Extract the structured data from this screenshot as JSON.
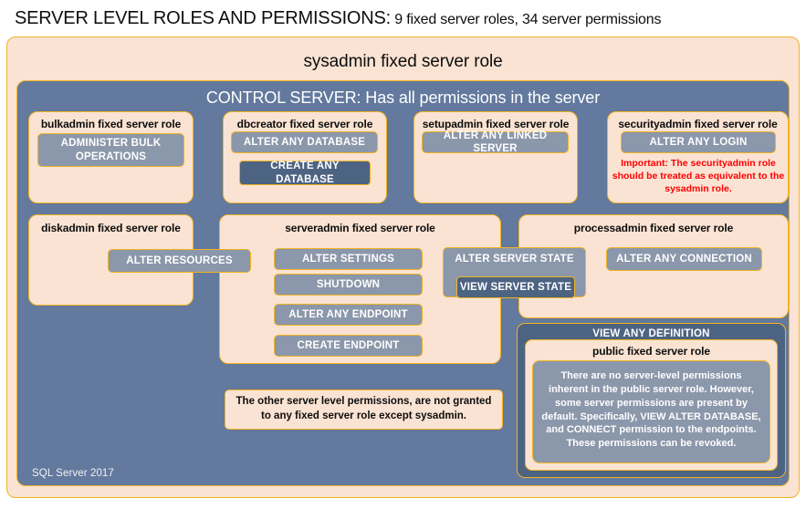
{
  "title": {
    "main": "SERVER LEVEL ROLES AND PERMISSIONS:",
    "sub": " 9 fixed server roles, 34 server permissions"
  },
  "colors": {
    "cream": "#fae3d3",
    "gold_border": "#f0b323",
    "panel_blue": "#63799d",
    "permission_gray": "#8b97aa",
    "permission_dark": "#4d6382",
    "alert_red": "#ff0000"
  },
  "sysadmin": {
    "label": "sysadmin fixed server role"
  },
  "control_server": {
    "label": "CONTROL SERVER: Has all permissions in the server"
  },
  "roles": {
    "bulkadmin": {
      "title": "bulkadmin fixed server role",
      "permissions": [
        "ADMINISTER  BULK OPERATIONS"
      ]
    },
    "dbcreator": {
      "title": "dbcreator fixed server role",
      "permissions": [
        "ALTER ANY DATABASE",
        "CREATE  ANY DATABASE"
      ]
    },
    "setupadmin": {
      "title": "setupadmin fixed server role",
      "permissions": [
        "ALTER ANY LINKED SERVER"
      ]
    },
    "securityadmin": {
      "title": "securityadmin fixed server role",
      "permissions": [
        "ALTER ANY LOGIN"
      ],
      "note": "Important:  The securityadmin role should  be treated  as equivalent to the  sysadmin role."
    },
    "diskadmin": {
      "title": "diskadmin fixed server role",
      "permissions": [
        "ALTER RESOURCES"
      ]
    },
    "serveradmin": {
      "title": "serveradmin fixed server role",
      "permissions": [
        "ALTER SETTINGS",
        "SHUTDOWN",
        "ALTER ANY ENDPOINT",
        "CREATE  ENDPOINT",
        "ALTER SERVER  STATE",
        "VIEW SERVER  STATE"
      ]
    },
    "processadmin": {
      "title": "processadmin fixed server role",
      "permissions": [
        "ALTER ANY CONNECTION"
      ]
    },
    "public": {
      "outer_permission": "VIEW ANY DEFINITION",
      "title": "public fixed server role",
      "note": "There are no server-level permissions inherent in the public server role. However, some server permissions are present by default. Specifically, VIEW ALTER DATABASE, and CONNECT permission to the endpoints. These permissions can be revoked."
    }
  },
  "notes": {
    "other_permissions": "The other server level permissions,  are not granted to any fixed server role except sysadmin."
  },
  "footer": {
    "version": "SQL Server 2017"
  }
}
